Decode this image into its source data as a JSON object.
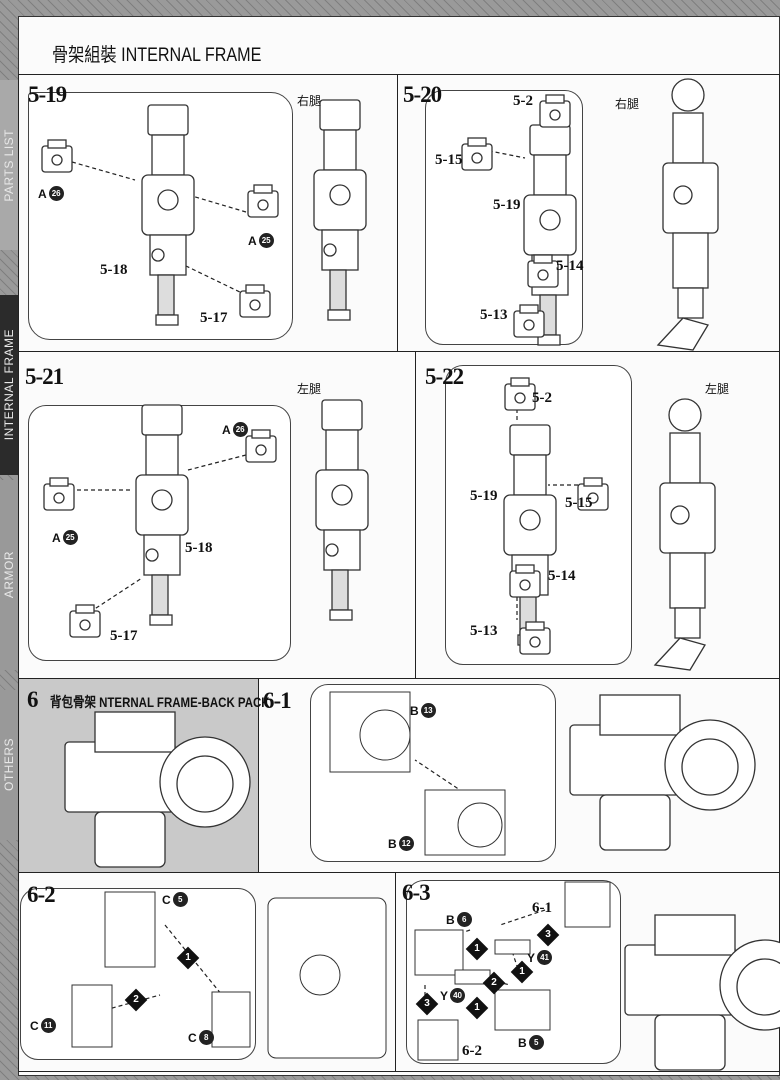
{
  "header": {
    "title_cn": "骨架組裝",
    "title_en": "INTERNAL FRAME"
  },
  "sidebar": {
    "tabs": [
      "PARTS LIST",
      "INTERNAL FRAME",
      "ARMOR",
      "OTHERS"
    ],
    "active": "INTERNAL FRAME"
  },
  "steps": {
    "s519": {
      "label": "5-19",
      "side": "右腿",
      "partA26": {
        "letter": "A",
        "num": "26"
      },
      "partA25": {
        "letter": "A",
        "num": "25"
      },
      "refs": [
        "5-18",
        "5-17"
      ]
    },
    "s520": {
      "label": "5-20",
      "side": "右腿",
      "refs": [
        "5-2",
        "5-15",
        "5-19",
        "5-14",
        "5-13"
      ]
    },
    "s521": {
      "label": "5-21",
      "side": "左腿",
      "partA26": {
        "letter": "A",
        "num": "26"
      },
      "partA25": {
        "letter": "A",
        "num": "25"
      },
      "refs": [
        "5-18",
        "5-17"
      ]
    },
    "s522": {
      "label": "5-22",
      "side": "左腿",
      "refs": [
        "5-2",
        "5-19",
        "5-15",
        "5-14",
        "5-13"
      ]
    },
    "s6": {
      "number": "6",
      "title_cn": "背包骨架",
      "title_en": "NTERNAL FRAME-BACK PACK"
    },
    "s61": {
      "label": "6-1",
      "partB13": {
        "letter": "B",
        "num": "13"
      },
      "partB12": {
        "letter": "B",
        "num": "12"
      }
    },
    "s62": {
      "label": "6-2",
      "partC5": {
        "letter": "C",
        "num": "5"
      },
      "partC11": {
        "letter": "C",
        "num": "11"
      },
      "partC8": {
        "letter": "C",
        "num": "8"
      },
      "markers": [
        "1",
        "2"
      ]
    },
    "s63": {
      "label": "6-3",
      "partB6": {
        "letter": "B",
        "num": "6"
      },
      "partY41": {
        "letter": "Y",
        "num": "41"
      },
      "partY40": {
        "letter": "Y",
        "num": "40"
      },
      "partB5": {
        "letter": "B",
        "num": "5"
      },
      "refs": [
        "6-1",
        "6-2"
      ],
      "markers": [
        "3",
        "1",
        "1",
        "2",
        "1",
        "3"
      ]
    }
  }
}
